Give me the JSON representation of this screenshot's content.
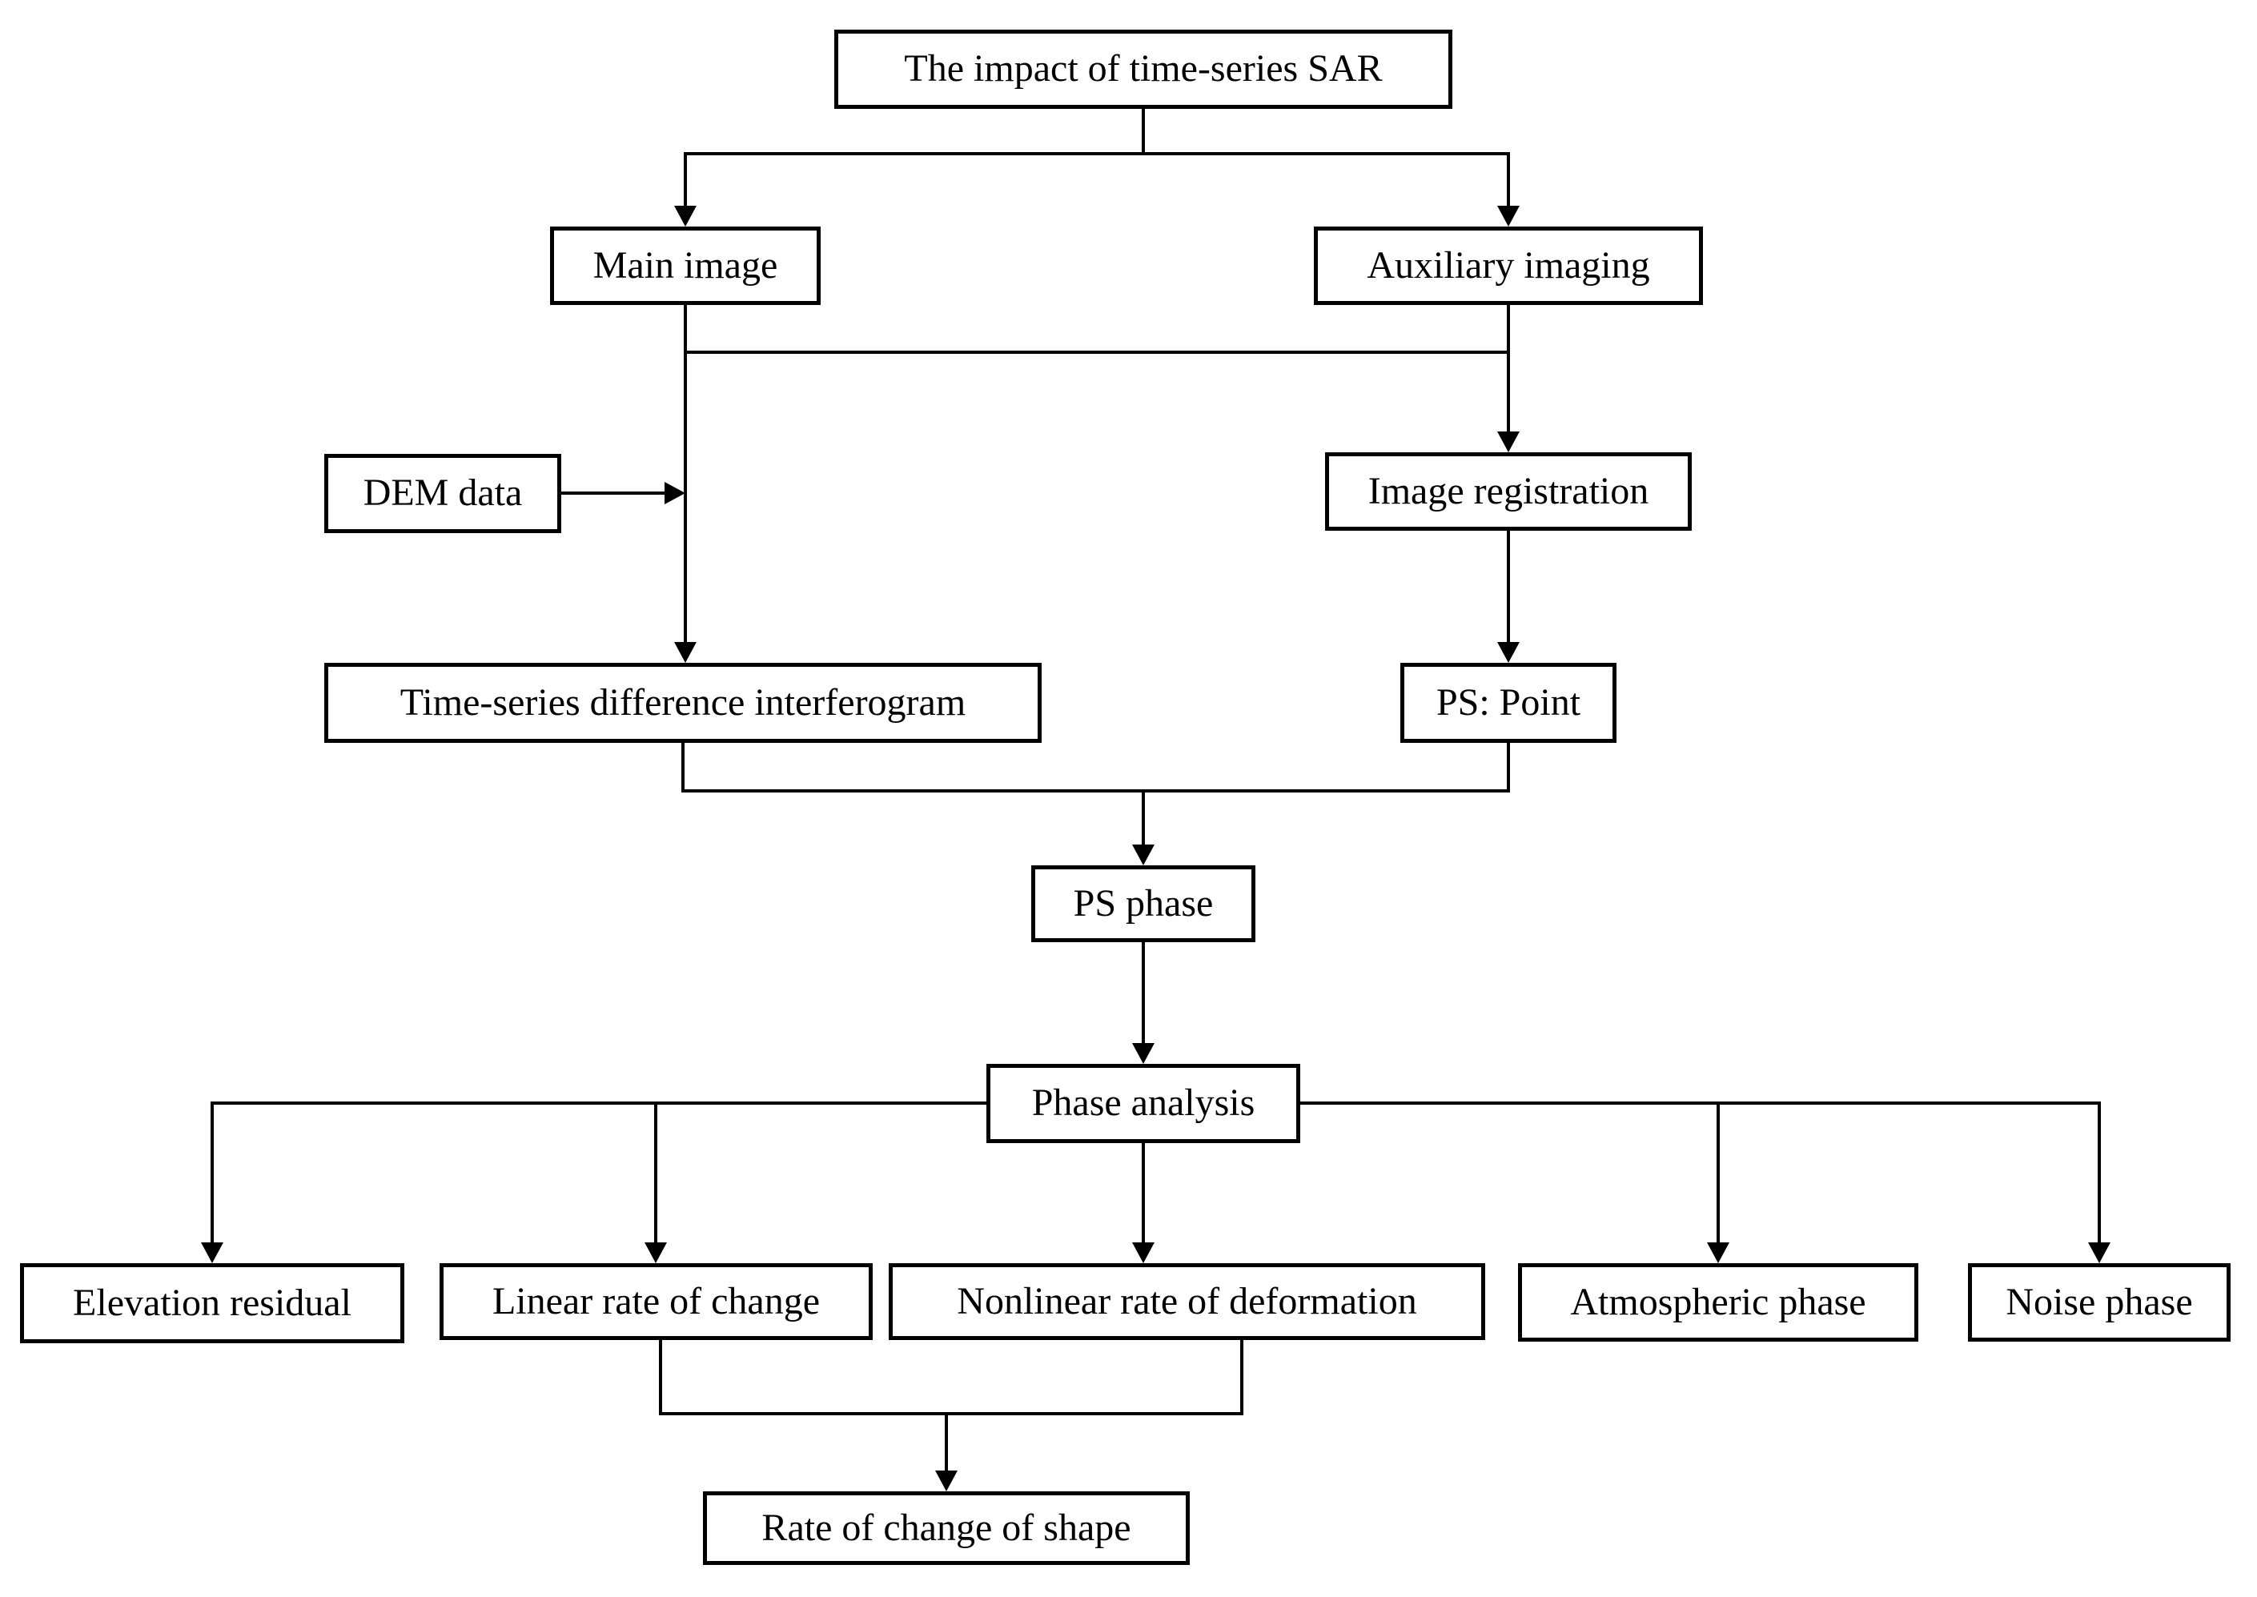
{
  "diagram": {
    "colors": {
      "background": "#ffffff",
      "line": "#000000",
      "box_fill": "#ffffff",
      "box_border": "#000000",
      "text": "#000000"
    },
    "nodes": {
      "root": {
        "label": "The impact of time-series SAR"
      },
      "main_image": {
        "label": "Main image"
      },
      "auxiliary_imaging": {
        "label": "Auxiliary imaging"
      },
      "dem_data": {
        "label": "DEM data"
      },
      "image_registration": {
        "label": "Image registration"
      },
      "time_series_interferogram": {
        "label": "Time-series difference interferogram"
      },
      "ps_point": {
        "label": "PS: Point"
      },
      "ps_phase": {
        "label": "PS phase"
      },
      "phase_analysis": {
        "label": "Phase analysis"
      },
      "elevation_residual": {
        "label": "Elevation residual"
      },
      "linear_rate": {
        "label": "Linear rate of change"
      },
      "nonlinear_rate": {
        "label": "Nonlinear rate of deformation"
      },
      "atmospheric_phase": {
        "label": "Atmospheric phase"
      },
      "noise_phase": {
        "label": "Noise phase"
      },
      "rate_of_change_of_shape": {
        "label": "Rate of change of shape"
      }
    },
    "edges": [
      {
        "from": "The impact of time-series SAR",
        "to": "Main image",
        "style": "arrow"
      },
      {
        "from": "The impact of time-series SAR",
        "to": "Auxiliary imaging",
        "style": "arrow"
      },
      {
        "from": "Main image",
        "to": "Auxiliary imaging",
        "style": "plain-line"
      },
      {
        "from": "Main image",
        "to": "Time-series difference interferogram",
        "style": "arrow"
      },
      {
        "from": "DEM data",
        "to": "Main image flow line",
        "style": "arrow"
      },
      {
        "from": "Auxiliary imaging",
        "to": "Image registration",
        "style": "arrow"
      },
      {
        "from": "Image registration",
        "to": "PS: Point",
        "style": "arrow"
      },
      {
        "from": "Time-series difference interferogram",
        "to": "PS phase",
        "style": "arrow"
      },
      {
        "from": "PS: Point",
        "to": "PS phase",
        "style": "arrow"
      },
      {
        "from": "PS phase",
        "to": "Phase analysis",
        "style": "arrow"
      },
      {
        "from": "Phase analysis",
        "to": "Elevation residual",
        "style": "arrow"
      },
      {
        "from": "Phase analysis",
        "to": "Linear rate of change",
        "style": "arrow"
      },
      {
        "from": "Phase analysis",
        "to": "Nonlinear rate of deformation",
        "style": "arrow"
      },
      {
        "from": "Phase analysis",
        "to": "Atmospheric phase",
        "style": "arrow"
      },
      {
        "from": "Phase analysis",
        "to": "Noise phase",
        "style": "arrow"
      },
      {
        "from": "Linear rate of change",
        "to": "Rate of change of shape",
        "style": "arrow"
      },
      {
        "from": "Nonlinear rate of deformation",
        "to": "Rate of change of shape",
        "style": "arrow"
      }
    ]
  }
}
